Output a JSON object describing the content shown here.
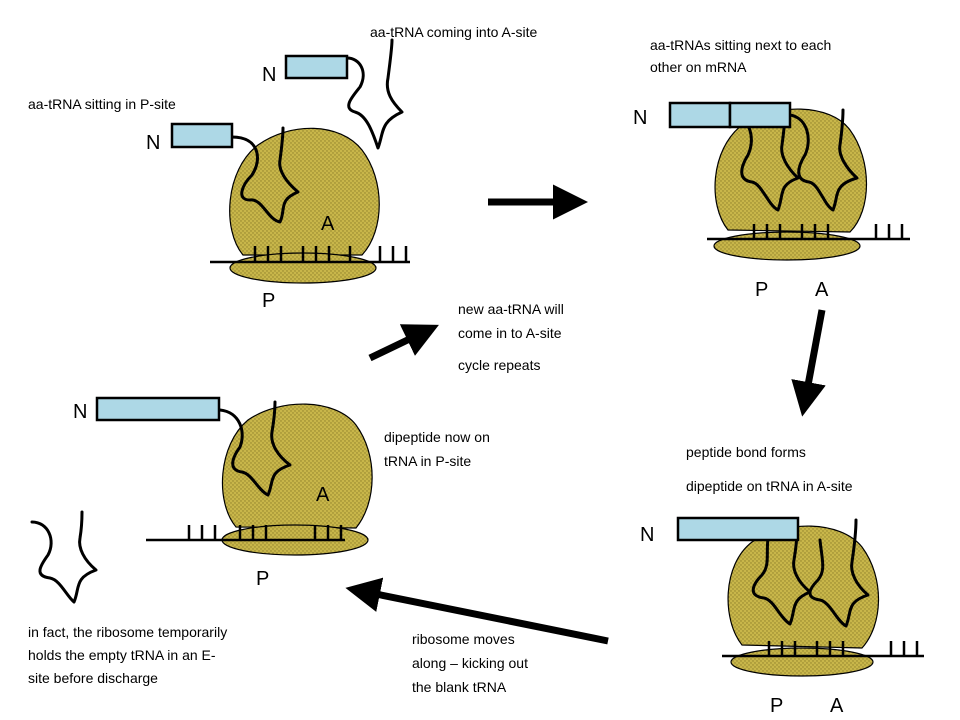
{
  "annotations": {
    "coming_a_site": "aa-tRNA coming into A-site",
    "sitting_p_site": "aa-tRNA sitting in P-site",
    "sitting_next": [
      "aa-tRNAs sitting next to each",
      "other on mRNA"
    ],
    "new_aa": [
      "new aa-tRNA will",
      "come in to A-site"
    ],
    "cycle": "cycle repeats",
    "dipeptide_p": [
      "dipeptide now on",
      "tRNA in P-site"
    ],
    "peptide_bond": "peptide bond forms",
    "dipeptide_a": "dipeptide on tRNA in A-site",
    "ribosome_moves": [
      "ribosome moves",
      "along – kicking out",
      "the blank tRNA"
    ],
    "e_site": [
      "in fact, the ribosome temporarily",
      "holds the empty tRNA in an E-",
      "site before discharge"
    ]
  },
  "labels": {
    "n": "N",
    "a": "A",
    "p": "P"
  },
  "colors": {
    "ribosome": "#c8b64a",
    "amino_acid": "#add8e6",
    "ink": "#000000"
  }
}
